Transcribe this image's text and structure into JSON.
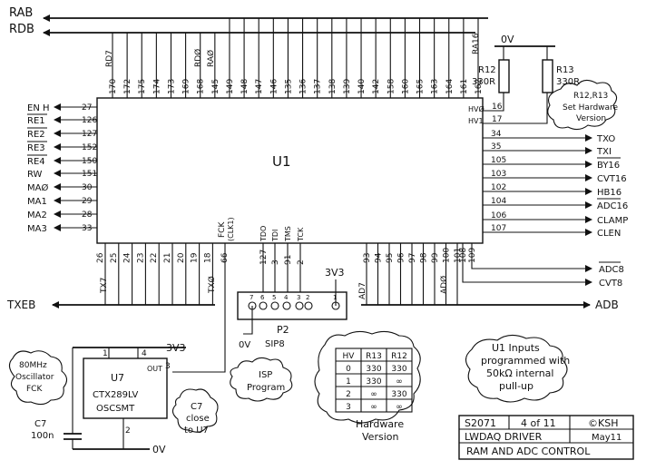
{
  "bus_labels": [
    "RAB",
    "RDB"
  ],
  "power": {
    "zero_v": "0V",
    "v3v3": "3V3"
  },
  "top_pins": [
    "170",
    "172",
    "175",
    "174",
    "173",
    "169",
    "168",
    "145",
    "149",
    "148",
    "147",
    "146",
    "135",
    "136",
    "137",
    "138",
    "139",
    "140",
    "142",
    "158",
    "160",
    "165",
    "163",
    "164",
    "161",
    "162"
  ],
  "top_signals": {
    "rd7": "RD7",
    "rd0": "RDØ",
    "ra0": "RAØ",
    "ra16": "RA16"
  },
  "u1": {
    "name": "U1"
  },
  "left_signals": [
    {
      "name": "EN H",
      "pin": "27"
    },
    {
      "name": "RE1",
      "pin": "126"
    },
    {
      "name": "RE2",
      "pin": "127"
    },
    {
      "name": "RE3",
      "pin": "152"
    },
    {
      "name": "RE4",
      "pin": "150"
    },
    {
      "name": "RW",
      "pin": "151"
    },
    {
      "name": "MAØ",
      "pin": "30"
    },
    {
      "name": "MA1",
      "pin": "29"
    },
    {
      "name": "MA2",
      "pin": "28"
    },
    {
      "name": "MA3",
      "pin": "33"
    }
  ],
  "hv_pins": [
    {
      "name": "HVØ",
      "pin": "16"
    },
    {
      "name": "HV1",
      "pin": "17"
    }
  ],
  "right_signals": [
    {
      "name": "TXO",
      "pin": "34"
    },
    {
      "name": "TXI",
      "pin": "35"
    },
    {
      "name": "BY16",
      "pin": "105"
    },
    {
      "name": "CVT16",
      "pin": "103"
    },
    {
      "name": "HB16",
      "pin": "102"
    },
    {
      "name": "ADC16",
      "pin": "104"
    },
    {
      "name": "CLAMP",
      "pin": "106"
    },
    {
      "name": "CLEN",
      "pin": "107"
    }
  ],
  "bottom_right_signals": [
    {
      "name": "ADC8",
      "pin": "109"
    },
    {
      "name": "CVT8",
      "pin": "108"
    }
  ],
  "resistors": {
    "r12": "R12",
    "r12_val": "330R",
    "r13": "R13",
    "r13_val": "330R"
  },
  "cloud_set_hw": [
    "R12,R13",
    "Set Hardware",
    "Version"
  ],
  "bottom_left_pins": [
    "26",
    "25",
    "24",
    "23",
    "22",
    "21",
    "20",
    "19",
    "18"
  ],
  "txeb": {
    "label": "TXEB",
    "tx0": "TXØ",
    "tx7": "TX7"
  },
  "fck": {
    "label": "FCK",
    "sub": "(CLK1)",
    "pin": "66"
  },
  "jtag": [
    {
      "name": "TDO",
      "pin": "127"
    },
    {
      "name": "TDI",
      "pin": "3"
    },
    {
      "name": "TMS",
      "pin": "91"
    },
    {
      "name": "TCK",
      "pin": "2"
    }
  ],
  "bottom_right_pins": [
    "93",
    "94",
    "95",
    "96",
    "97",
    "98",
    "99",
    "100",
    "101"
  ],
  "adb": {
    "label": "ADB",
    "ad7": "AD7",
    "ad0": "ADØ"
  },
  "p2": {
    "name": "P2",
    "type": "SIP8",
    "pins": [
      "1",
      "2",
      "3",
      "4",
      "5",
      "6",
      "7"
    ]
  },
  "cloud_isp": [
    "ISP",
    "Program"
  ],
  "u7": {
    "name": "U7",
    "part": "CTX289LV",
    "pkg": "OSCSMT",
    "out_label": "OUT",
    "pin1": "1",
    "pin2": "2",
    "pin3": "3",
    "pin4": "4"
  },
  "cloud_osc": [
    "80MHz",
    "Oscillator",
    "FCK"
  ],
  "c7": {
    "name": "C7",
    "value": "100n"
  },
  "cloud_c7": [
    "C7",
    "close",
    "to U7"
  ],
  "hv_table": {
    "headers": [
      "HV",
      "R13",
      "R12"
    ],
    "rows": [
      [
        "0",
        "330",
        "330"
      ],
      [
        "1",
        "330",
        "∞"
      ],
      [
        "2",
        "∞",
        "330"
      ],
      [
        "3",
        "∞",
        "∞"
      ]
    ],
    "caption": [
      "Hardware",
      "Version"
    ]
  },
  "cloud_u1": [
    "U1 Inputs",
    "programmed with",
    "50kΩ internal",
    "pull-up"
  ],
  "title_block": {
    "number": "S2071",
    "sheet": "4 of 11",
    "copyright": "©KSH",
    "project": "LWDAQ DRIVER",
    "date": "May11",
    "title": "RAM AND ADC CONTROL"
  }
}
